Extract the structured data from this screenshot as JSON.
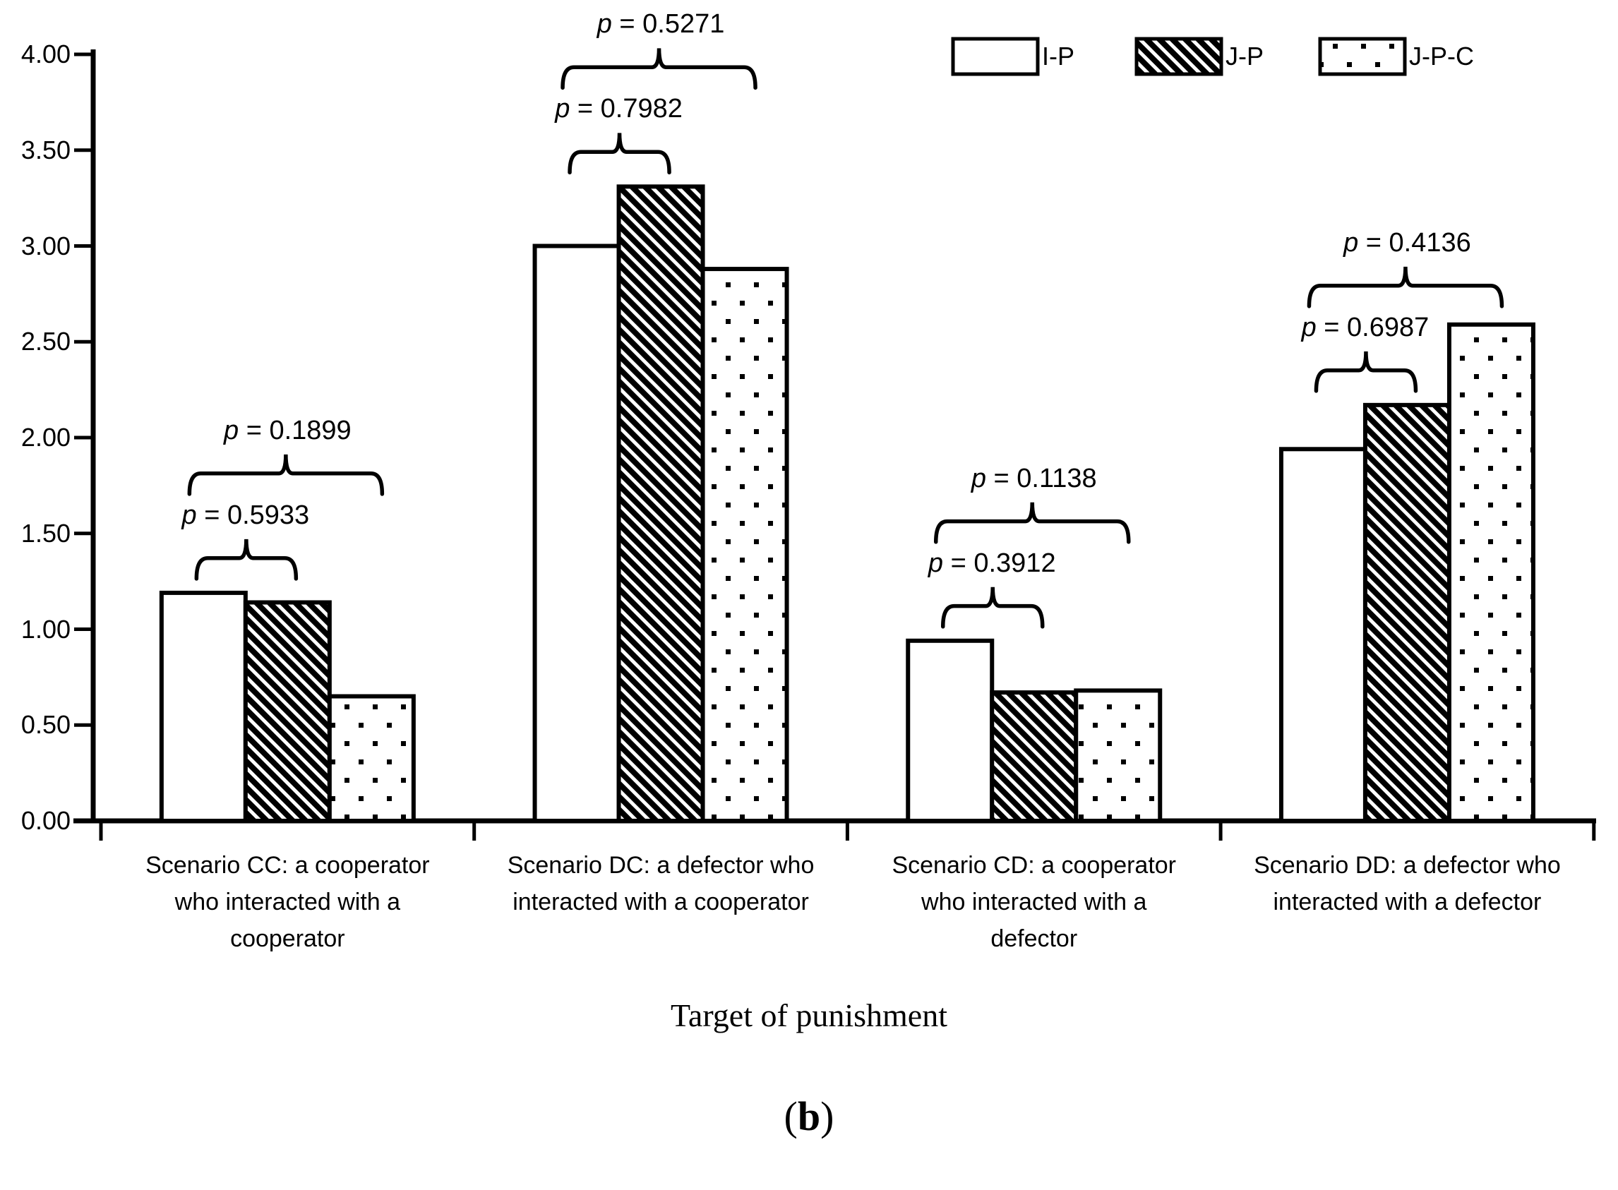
{
  "figure": {
    "caption": "(b)"
  },
  "chart_data": {
    "type": "bar",
    "title": "",
    "xlabel": "Target of punishment",
    "ylabel": "",
    "ylim": [
      0,
      4
    ],
    "ytick_step": 0.5,
    "grid": false,
    "legend_position": "top-right",
    "bar_colors": {
      "outline": "#000000",
      "fill_background": "#ffffff"
    },
    "categories": [
      "Scenario CC: a cooperator\nwho interacted with a\ncooperator",
      "Scenario DC: a defector who\ninteracted with a cooperator",
      "Scenario CD: a cooperator\nwho interacted with a\ndefector",
      "Scenario DD: a defector who\ninteracted with a defector"
    ],
    "series": [
      {
        "name": "I-P",
        "pattern": "solid-white",
        "values": [
          1.19,
          3.0,
          0.94,
          1.94
        ]
      },
      {
        "name": "J-P",
        "pattern": "diagonal-hatch",
        "values": [
          1.14,
          3.31,
          0.67,
          2.17
        ]
      },
      {
        "name": "J-P-C",
        "pattern": "dots",
        "values": [
          0.65,
          2.88,
          0.68,
          2.59
        ]
      }
    ],
    "comparisons": [
      {
        "group_index": 0,
        "between": [
          "I-P",
          "J-P"
        ],
        "p_label": "p = 0.5933"
      },
      {
        "group_index": 0,
        "between": [
          "I-P",
          "J-P-C"
        ],
        "p_label": "p = 0.1899"
      },
      {
        "group_index": 1,
        "between": [
          "I-P",
          "J-P"
        ],
        "p_label": "p = 0.7982"
      },
      {
        "group_index": 1,
        "between": [
          "I-P",
          "J-P-C"
        ],
        "p_label": "p = 0.5271"
      },
      {
        "group_index": 2,
        "between": [
          "I-P",
          "J-P"
        ],
        "p_label": "p = 0.3912"
      },
      {
        "group_index": 2,
        "between": [
          "I-P",
          "J-P-C"
        ],
        "p_label": "p = 0.1138"
      },
      {
        "group_index": 3,
        "between": [
          "I-P",
          "J-P"
        ],
        "p_label": "p = 0.6987"
      },
      {
        "group_index": 3,
        "between": [
          "I-P",
          "J-P-C"
        ],
        "p_label": "p = 0.4136"
      }
    ]
  }
}
